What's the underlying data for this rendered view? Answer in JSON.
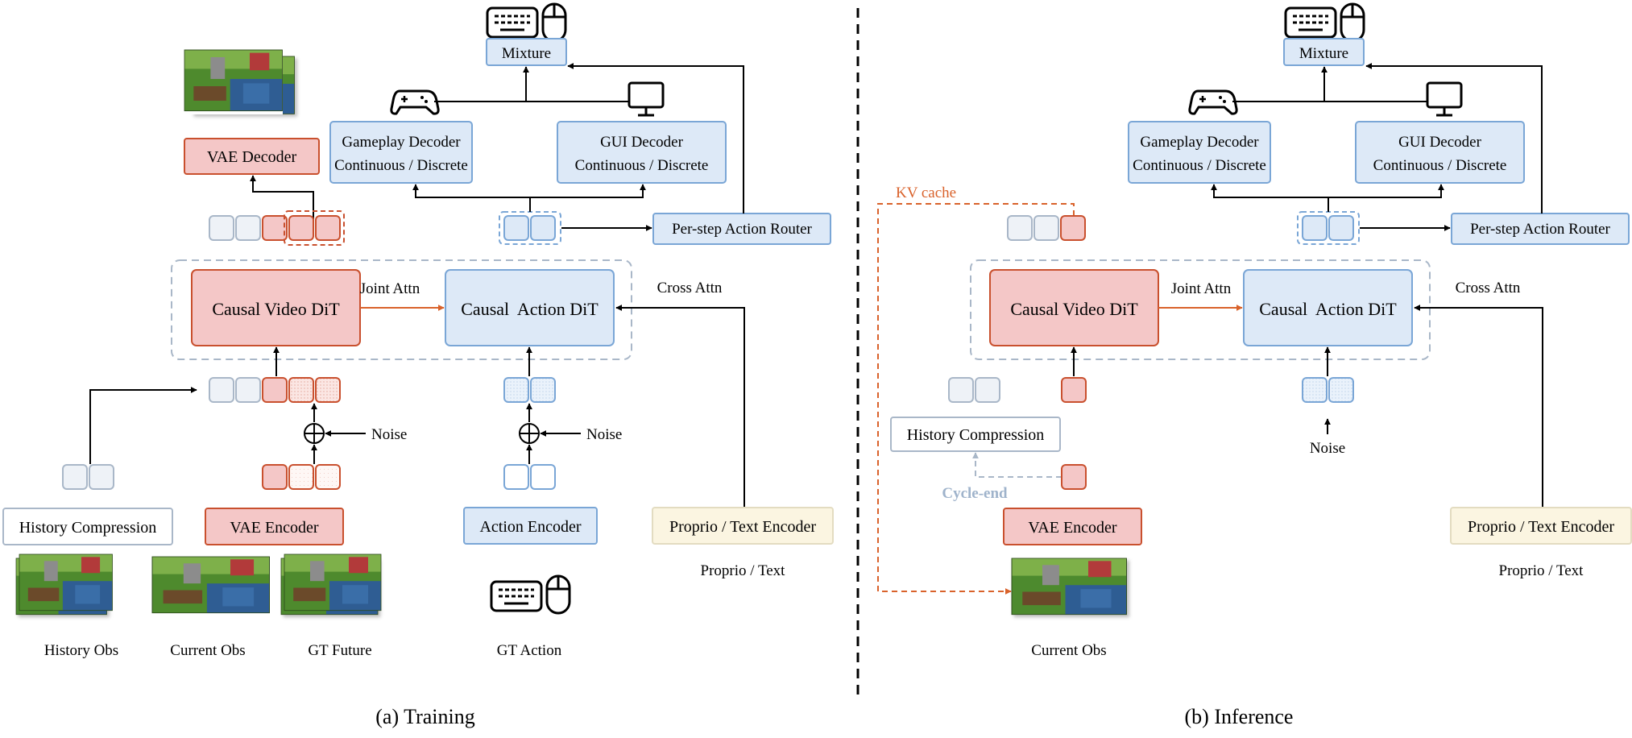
{
  "colors": {
    "red_fill": "#f4c7c7",
    "red_stroke": "#c9502e",
    "blue_fill": "#dde9f7",
    "blue_stroke": "#7aa6d6",
    "gray_fill": "#eef2f7",
    "gray_stroke": "#a9b7c8",
    "cream_fill": "#fbf5e1",
    "cream_stroke": "#e3dcc1",
    "orange_line": "#d9622b",
    "cycle_text": "#9fb3cb"
  },
  "icons": [
    "keyboard-icon",
    "mouse-icon",
    "gamepad-icon",
    "monitor-icon",
    "plus-circle-icon",
    "game-screenshot"
  ],
  "training": {
    "mixture": "Mixture",
    "gameplay_decoder": [
      "Gameplay Decoder",
      "Continuous / Discrete"
    ],
    "gui_decoder": [
      "GUI Decoder",
      "Continuous / Discrete"
    ],
    "vae_decoder": "VAE Decoder",
    "router": "Per-step Action Router",
    "video_dit": "Causal Video DiT",
    "action_dit": "Causal  Action DiT",
    "joint_attn": "Joint Attn",
    "cross_attn": "Cross Attn",
    "noise_video": "Noise",
    "noise_action": "Noise",
    "history_compression": "History Compression",
    "vae_encoder": "VAE Encoder",
    "action_encoder": "Action Encoder",
    "proprio_encoder": "Proprio / Text Encoder",
    "proprio_text": "Proprio / Text",
    "history_obs": "History Obs",
    "current_obs": "Current Obs",
    "gt_future": "GT Future",
    "gt_action": "GT Action",
    "caption": "(a) Training"
  },
  "inference": {
    "mixture": "Mixture",
    "gameplay_decoder": [
      "Gameplay Decoder",
      "Continuous / Discrete"
    ],
    "gui_decoder": [
      "GUI Decoder",
      "Continuous / Discrete"
    ],
    "router": "Per-step Action Router",
    "kv_cache": "KV cache",
    "video_dit": "Causal Video DiT",
    "action_dit": "Causal  Action DiT",
    "joint_attn": "Joint Attn",
    "cross_attn": "Cross Attn",
    "history_compression": "History Compression",
    "cycle_end": "Cycle-end",
    "noise": "Noise",
    "vae_encoder": "VAE Encoder",
    "proprio_encoder": "Proprio / Text Encoder",
    "proprio_text": "Proprio / Text",
    "current_obs": "Current Obs",
    "caption": "(b) Inference"
  }
}
